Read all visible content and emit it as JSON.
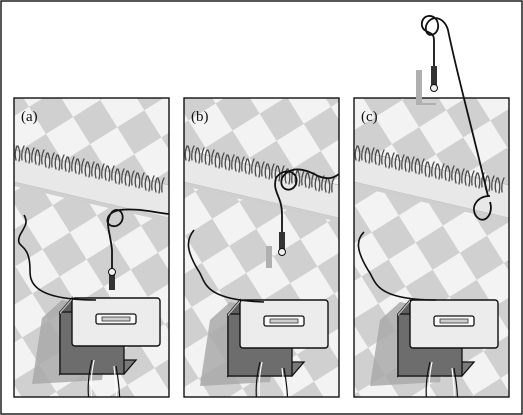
{
  "panels": [
    {
      "label": "(a)"
    },
    {
      "label": "(b)"
    },
    {
      "label": "(c)"
    }
  ],
  "colors": {
    "border": "#111111",
    "floor_light": "#f2f2f2",
    "floor_tile": "#d2d2d2",
    "rug": "#e6e6e6",
    "rug_fringe": "#555555",
    "cable": "#111111",
    "box_top": "#eeeeee",
    "box_front": "#6f6f6f",
    "box_side": "#8a8a8a",
    "shadow": "#a8a8a8"
  },
  "icons": [
    "rug-fringe-icon",
    "device-box-icon",
    "cable-loop-icon",
    "plug-icon"
  ]
}
